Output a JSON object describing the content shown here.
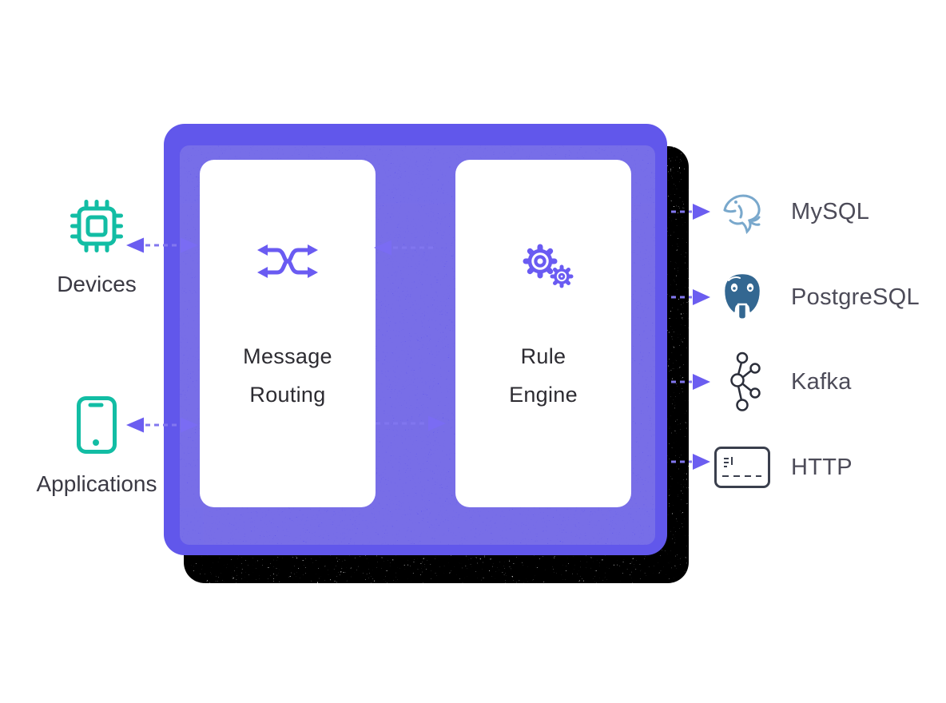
{
  "palette": {
    "panel_purple": "#6157EB",
    "panel_grain": "#4338C8",
    "arrow_dash": "#8277EF",
    "arrow_head": "#6B5DF0",
    "teal": "#12BDA4",
    "left_label_color": "#3A3943",
    "right_label_color": "#4C4B58",
    "card_text_color": "#2C2B31",
    "mysql_blue": "#79A8CC",
    "postgres_blue": "#336791",
    "kafka_dark": "#2B2E3A",
    "http_dark": "#3A3F4D",
    "shadow_style": "black-white-static-noise"
  },
  "left_nodes": [
    {
      "label": "Devices",
      "icon": "chip-icon"
    },
    {
      "label": "Applications",
      "icon": "smartphone-icon"
    }
  ],
  "broker_cards": [
    {
      "line1": "Message",
      "line2": "Routing",
      "icon": "shuffle-icon"
    },
    {
      "line1": "Rule",
      "line2": "Engine",
      "icon": "gears-icon"
    }
  ],
  "right_nodes": [
    {
      "label": "MySQL",
      "icon": "mysql-logo"
    },
    {
      "label": "PostgreSQL",
      "icon": "postgresql-logo"
    },
    {
      "label": "Kafka",
      "icon": "kafka-logo"
    },
    {
      "label": "HTTP",
      "icon": "http-icon"
    }
  ],
  "connections": [
    {
      "from": "broker",
      "to": "Devices",
      "style": "dashed",
      "direction": "both"
    },
    {
      "from": "broker",
      "to": "Applications",
      "style": "dashed",
      "direction": "both"
    },
    {
      "from": "Rule Engine",
      "to": "Message Routing",
      "style": "dashed",
      "direction": "left"
    },
    {
      "from": "Message Routing",
      "to": "Rule Engine",
      "style": "dashed",
      "direction": "right"
    },
    {
      "from": "broker",
      "to": "MySQL",
      "style": "dashed",
      "direction": "right"
    },
    {
      "from": "broker",
      "to": "PostgreSQL",
      "style": "dashed",
      "direction": "right"
    },
    {
      "from": "broker",
      "to": "Kafka",
      "style": "dashed",
      "direction": "right"
    },
    {
      "from": "broker",
      "to": "HTTP",
      "style": "dashed",
      "direction": "right"
    }
  ]
}
